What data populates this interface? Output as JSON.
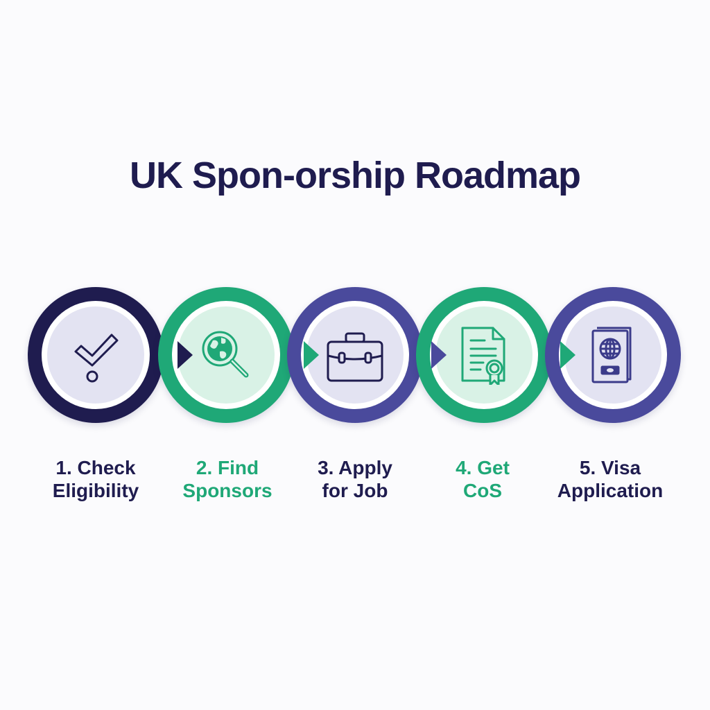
{
  "title": "UK Spon-orship Roadmap",
  "colors": {
    "navy": "#1f1c4f",
    "indigo": "#4a4a9c",
    "green": "#1fa877",
    "navy_fill": "#e3e3f2",
    "green_fill": "#d9f2e6",
    "label_dark": "#1f1c4f",
    "label_green": "#1fa877"
  },
  "steps": [
    {
      "number": "1.",
      "line1": "1. Check",
      "line2": "Eligibility",
      "icon": "checkmark-question-icon",
      "ring_color": "#1f1c4f",
      "label_color": "#1f1c4f"
    },
    {
      "number": "2.",
      "line1": "2. Find",
      "line2": "Sponsors",
      "icon": "globe-search-icon",
      "ring_color": "#1fa877",
      "label_color": "#1fa877"
    },
    {
      "number": "3.",
      "line1": "3. Apply",
      "line2": "for Job",
      "icon": "briefcase-icon",
      "ring_color": "#4a4a9c",
      "label_color": "#1f1c4f"
    },
    {
      "number": "4.",
      "line1": "4. Get",
      "line2": "CoS",
      "icon": "certificate-document-icon",
      "ring_color": "#1fa877",
      "label_color": "#1fa877"
    },
    {
      "number": "5.",
      "line1": "5. Visa",
      "line2": "Application",
      "icon": "passport-icon",
      "ring_color": "#4a4a9c",
      "label_color": "#1f1c4f"
    }
  ]
}
